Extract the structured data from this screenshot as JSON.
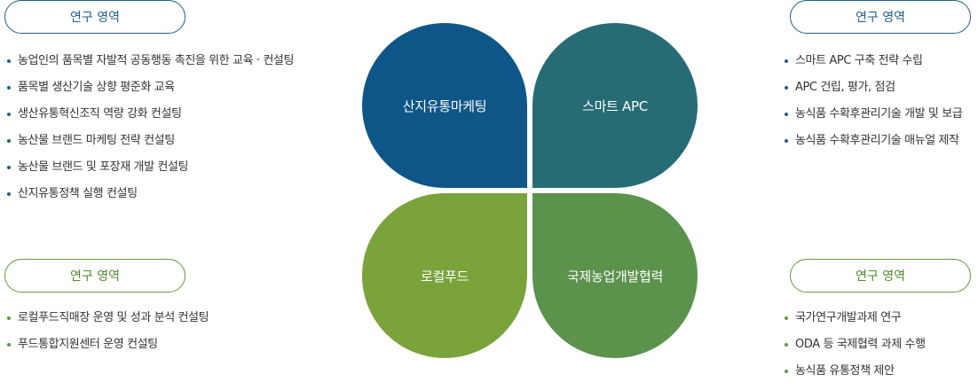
{
  "colors": {
    "petal_tl": "#0e5688",
    "petal_tr": "#276c75",
    "petal_bl": "#7aa33c",
    "petal_br": "#5b924c"
  },
  "petals": {
    "top_left": "산지유통마케팅",
    "top_right": "스마트 APC",
    "bottom_left": "로컬푸드",
    "bottom_right": "국제농업개발협력"
  },
  "panels": {
    "top_left": {
      "title": "연구 영역",
      "items": [
        "농업인의 품목별 자발적 공동행동 촉진을 위한 교육 · 컨설팅",
        "품목별 생산기술 상향 평준화 교육",
        "생산유통혁신조직 역량 강화 컨설팅",
        "농산물 브랜드 마케팅 전략 컨설팅",
        "농산물 브랜드 및 포장재 개발 컨설팅",
        "산지유통정책 실행 컨설팅"
      ]
    },
    "top_right": {
      "title": "연구 영역",
      "items": [
        "스마트 APC 구축 전략 수립",
        "APC 건립, 평가, 점검",
        "농식품 수확후관리기술 개발 및 보급",
        "농식품 수확후관리기술 매뉴얼 제작"
      ]
    },
    "bottom_left": {
      "title": "연구 영역",
      "items": [
        "로컬푸드직매장 운영 및 성과 분석 컨설팅",
        "푸드통합지원센터 운영 컨설팅"
      ]
    },
    "bottom_right": {
      "title": "연구 영역",
      "items": [
        "국가연구개발과제 연구",
        "ODA 등 국제협력 과제 수행",
        "농식품 유통정책 제안"
      ]
    }
  }
}
